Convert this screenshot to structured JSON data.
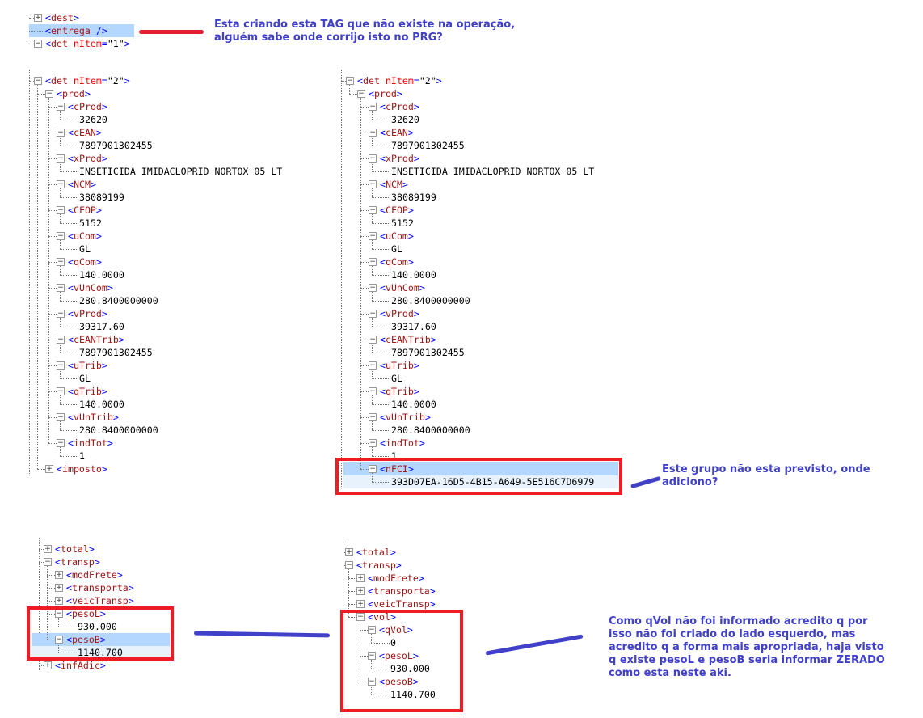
{
  "colors": {
    "annotation": "#4040c8",
    "box": "#ee1c25",
    "arrow_red": "#e02030"
  },
  "annotations": {
    "entrega_note": [
      "Esta criando esta TAG que não existe na operação,",
      "alguém sabe onde corrijo isto no PRG?"
    ],
    "nfci_note": "Este grupo não esta previsto, onde adiciono?",
    "vol_note": [
      "Como qVol não foi informado acredito q por",
      "isso não foi criado do lado esquerdo, mas",
      "acredito q a forma mais apropriada, haja visto",
      "q existe pesoL e pesoB seria informar ZERADO",
      "como esta neste aki."
    ]
  },
  "trees": {
    "top": [
      {
        "l": 0,
        "tag": "dest",
        "exp": "+"
      },
      {
        "l": 0,
        "tag": "entrega /",
        "exp": "",
        "hl": "sel"
      },
      {
        "l": 0,
        "tag": "det",
        "attr": "nItem",
        "attr_val": "\"1\"",
        "exp": "-"
      }
    ],
    "left": [
      {
        "l": 0,
        "tag": "det",
        "attr": "nItem",
        "attr_val": "\"2\"",
        "exp": "-"
      },
      {
        "l": 1,
        "tag": "prod",
        "exp": "-"
      },
      {
        "l": 2,
        "tag": "cProd",
        "exp": "-"
      },
      {
        "l": 3,
        "val": "32620"
      },
      {
        "l": 2,
        "tag": "cEAN",
        "exp": "-"
      },
      {
        "l": 3,
        "val": "7897901302455"
      },
      {
        "l": 2,
        "tag": "xProd",
        "exp": "-"
      },
      {
        "l": 3,
        "val": "INSETICIDA IMIDACLOPRID NORTOX 05 LT"
      },
      {
        "l": 2,
        "tag": "NCM",
        "exp": "-"
      },
      {
        "l": 3,
        "val": "38089199"
      },
      {
        "l": 2,
        "tag": "CFOP",
        "exp": "-"
      },
      {
        "l": 3,
        "val": "5152"
      },
      {
        "l": 2,
        "tag": "uCom",
        "exp": "-"
      },
      {
        "l": 3,
        "val": "GL"
      },
      {
        "l": 2,
        "tag": "qCom",
        "exp": "-"
      },
      {
        "l": 3,
        "val": "140.0000"
      },
      {
        "l": 2,
        "tag": "vUnCom",
        "exp": "-"
      },
      {
        "l": 3,
        "val": "280.8400000000"
      },
      {
        "l": 2,
        "tag": "vProd",
        "exp": "-"
      },
      {
        "l": 3,
        "val": "39317.60"
      },
      {
        "l": 2,
        "tag": "cEANTrib",
        "exp": "-"
      },
      {
        "l": 3,
        "val": "7897901302455"
      },
      {
        "l": 2,
        "tag": "uTrib",
        "exp": "-"
      },
      {
        "l": 3,
        "val": "GL"
      },
      {
        "l": 2,
        "tag": "qTrib",
        "exp": "-"
      },
      {
        "l": 3,
        "val": "140.0000"
      },
      {
        "l": 2,
        "tag": "vUnTrib",
        "exp": "-"
      },
      {
        "l": 3,
        "val": "280.8400000000"
      },
      {
        "l": 2,
        "tag": "indTot",
        "exp": "-"
      },
      {
        "l": 3,
        "val": "1"
      },
      {
        "l": 1,
        "tag": "imposto",
        "exp": "+"
      }
    ],
    "right": [
      {
        "l": 0,
        "tag": "det",
        "attr": "nItem",
        "attr_val": "\"2\"",
        "exp": "-"
      },
      {
        "l": 1,
        "tag": "prod",
        "exp": "-"
      },
      {
        "l": 2,
        "tag": "cProd",
        "exp": "-"
      },
      {
        "l": 3,
        "val": "32620"
      },
      {
        "l": 2,
        "tag": "cEAN",
        "exp": "-"
      },
      {
        "l": 3,
        "val": "7897901302455"
      },
      {
        "l": 2,
        "tag": "xProd",
        "exp": "-"
      },
      {
        "l": 3,
        "val": "INSETICIDA IMIDACLOPRID NORTOX 05 LT"
      },
      {
        "l": 2,
        "tag": "NCM",
        "exp": "-"
      },
      {
        "l": 3,
        "val": "38089199"
      },
      {
        "l": 2,
        "tag": "CFOP",
        "exp": "-"
      },
      {
        "l": 3,
        "val": "5152"
      },
      {
        "l": 2,
        "tag": "uCom",
        "exp": "-"
      },
      {
        "l": 3,
        "val": "GL"
      },
      {
        "l": 2,
        "tag": "qCom",
        "exp": "-"
      },
      {
        "l": 3,
        "val": "140.0000"
      },
      {
        "l": 2,
        "tag": "vUnCom",
        "exp": "-"
      },
      {
        "l": 3,
        "val": "280.8400000000"
      },
      {
        "l": 2,
        "tag": "vProd",
        "exp": "-"
      },
      {
        "l": 3,
        "val": "39317.60"
      },
      {
        "l": 2,
        "tag": "cEANTrib",
        "exp": "-"
      },
      {
        "l": 3,
        "val": "7897901302455"
      },
      {
        "l": 2,
        "tag": "uTrib",
        "exp": "-"
      },
      {
        "l": 3,
        "val": "GL"
      },
      {
        "l": 2,
        "tag": "qTrib",
        "exp": "-"
      },
      {
        "l": 3,
        "val": "140.0000"
      },
      {
        "l": 2,
        "tag": "vUnTrib",
        "exp": "-"
      },
      {
        "l": 3,
        "val": "280.8400000000"
      },
      {
        "l": 2,
        "tag": "indTot",
        "exp": "-"
      },
      {
        "l": 3,
        "val": "1"
      },
      {
        "l": 2,
        "tag": "nFCI",
        "exp": "-",
        "hl": "sel"
      },
      {
        "l": 3,
        "val": "393D07EA-16D5-4B15-A649-5E516C7D6979",
        "hl": "sub"
      }
    ],
    "bottom_left": [
      {
        "l": 0,
        "tag": "total",
        "exp": "+"
      },
      {
        "l": 0,
        "tag": "transp",
        "exp": "-"
      },
      {
        "l": 1,
        "tag": "modFrete",
        "exp": "+"
      },
      {
        "l": 1,
        "tag": "transporta",
        "exp": "+"
      },
      {
        "l": 1,
        "tag": "veicTransp",
        "exp": "+"
      },
      {
        "l": 1,
        "tag": "pesoL",
        "exp": "-"
      },
      {
        "l": 2,
        "val": "930.000"
      },
      {
        "l": 1,
        "tag": "pesoB",
        "exp": "-",
        "hl": "sel"
      },
      {
        "l": 2,
        "val": "1140.700",
        "hl": "sub"
      },
      {
        "l": 0,
        "tag": "infAdic",
        "exp": "+"
      }
    ],
    "bottom_right": [
      {
        "l": 0,
        "tag": "total",
        "exp": "+"
      },
      {
        "l": 0,
        "tag": "transp",
        "exp": "-"
      },
      {
        "l": 1,
        "tag": "modFrete",
        "exp": "+"
      },
      {
        "l": 1,
        "tag": "transporta",
        "exp": "+"
      },
      {
        "l": 1,
        "tag": "veicTransp",
        "exp": "+"
      },
      {
        "l": 1,
        "tag": "vol",
        "exp": "-"
      },
      {
        "l": 2,
        "tag": "qVol",
        "exp": "-"
      },
      {
        "l": 3,
        "val": "0"
      },
      {
        "l": 2,
        "tag": "pesoL",
        "exp": "-"
      },
      {
        "l": 3,
        "val": "930.000"
      },
      {
        "l": 2,
        "tag": "pesoB",
        "exp": "-"
      },
      {
        "l": 3,
        "val": "1140.700"
      }
    ]
  }
}
